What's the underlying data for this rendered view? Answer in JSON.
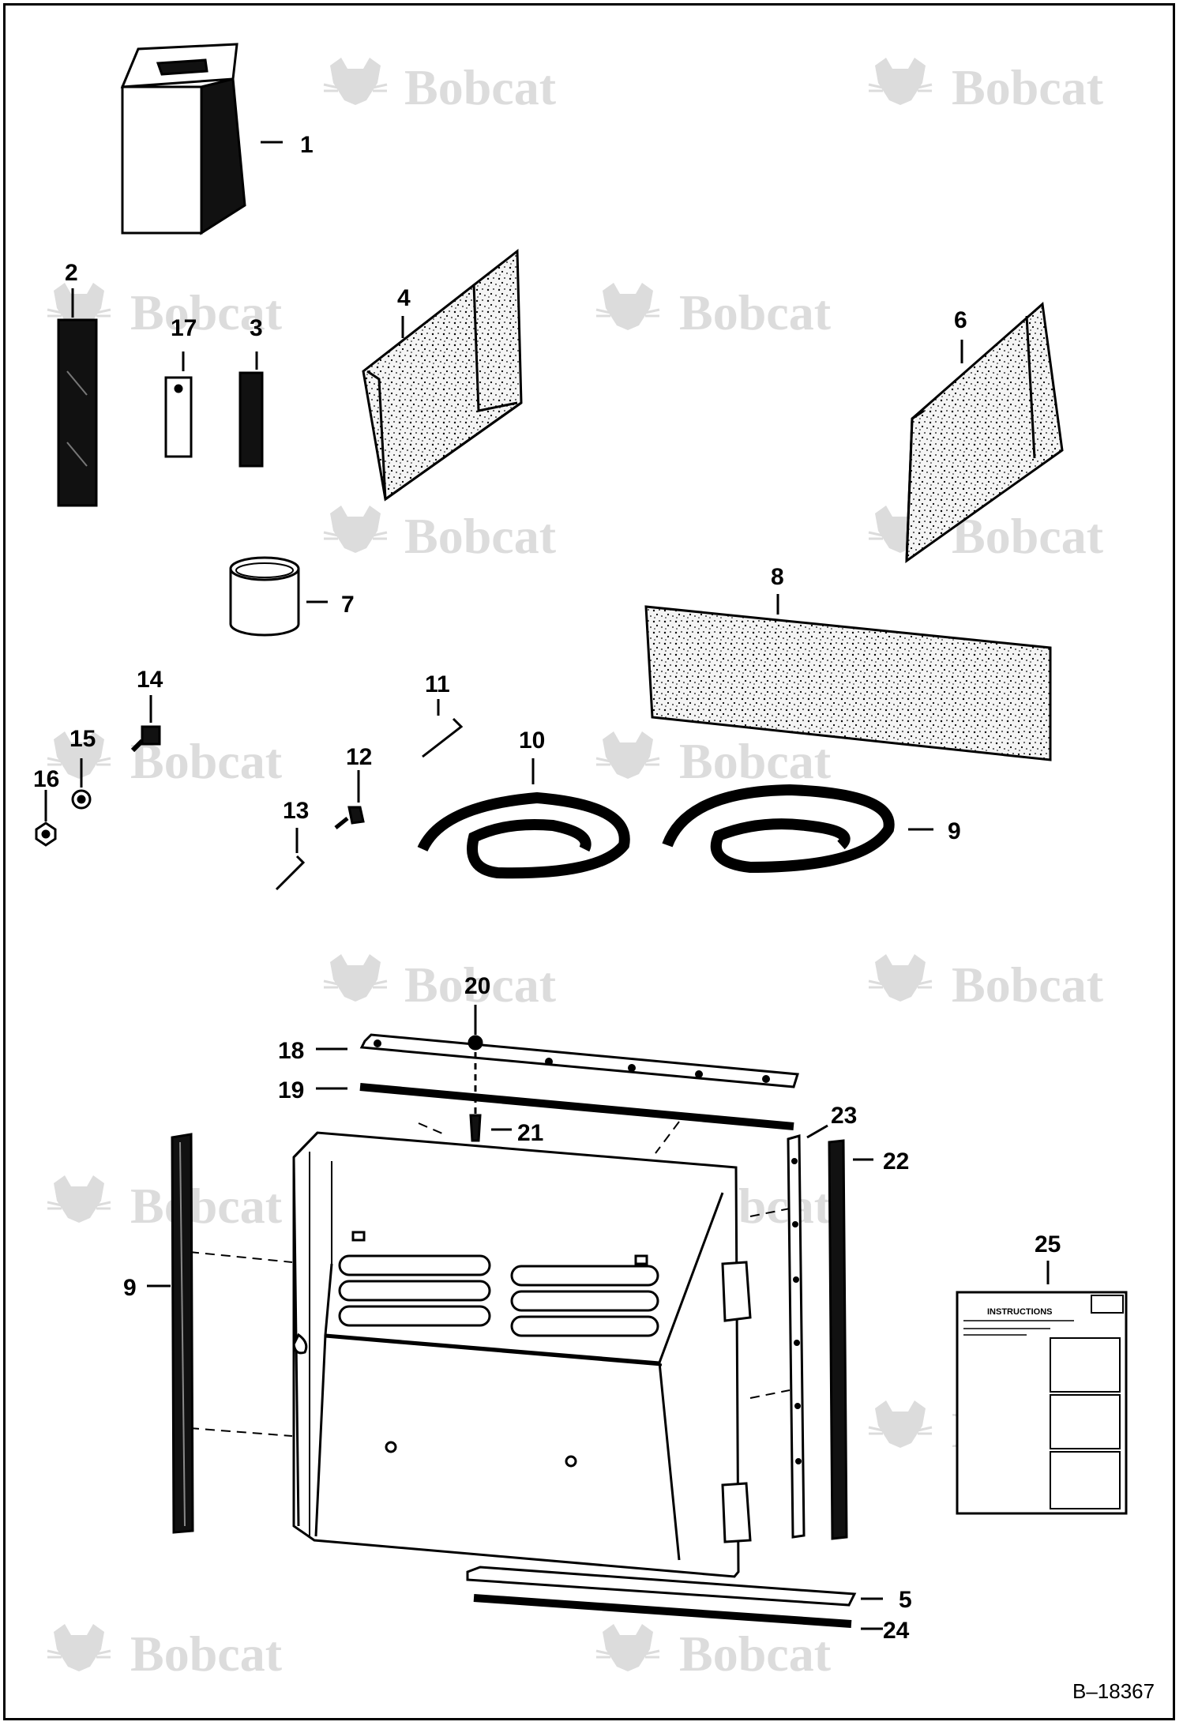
{
  "watermark": "Bobcat",
  "document_number": "B–18367",
  "instruction_card_title": "INSTRUCTIONS",
  "callouts": [
    "1",
    "2",
    "3",
    "4",
    "5",
    "6",
    "7",
    "8",
    "9",
    "9",
    "10",
    "11",
    "12",
    "13",
    "14",
    "15",
    "16",
    "17",
    "18",
    "19",
    "20",
    "21",
    "22",
    "23",
    "24",
    "25"
  ],
  "colors": {
    "ink": "#000000",
    "watermark": "#dcdcdc",
    "paper": "#ffffff"
  }
}
